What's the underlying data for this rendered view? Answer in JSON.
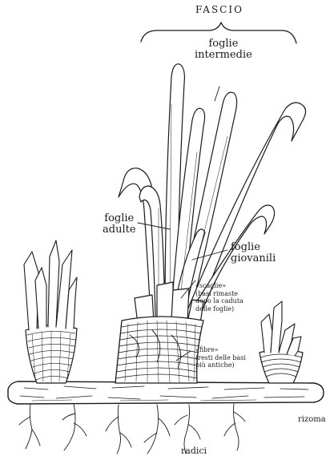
{
  "title": "FASCIO",
  "labels": {
    "foglie_intermedie": [
      "foglie",
      "intermedie"
    ],
    "foglie_adulte": [
      "foglie",
      "adulte"
    ],
    "foglie_giovanili": [
      "foglie",
      "giovanili"
    ],
    "scaglie": [
      "«scaglie»",
      "(basi rimaste",
      "dopo la caduta",
      "delle foglie)"
    ],
    "fibre": [
      "«fibre»",
      "(resti delle basi",
      "più antiche)"
    ],
    "rizoma": "rizoma",
    "radici": "radici"
  },
  "colors": {
    "ink": "#1a1a1a",
    "background": "#ffffff"
  }
}
